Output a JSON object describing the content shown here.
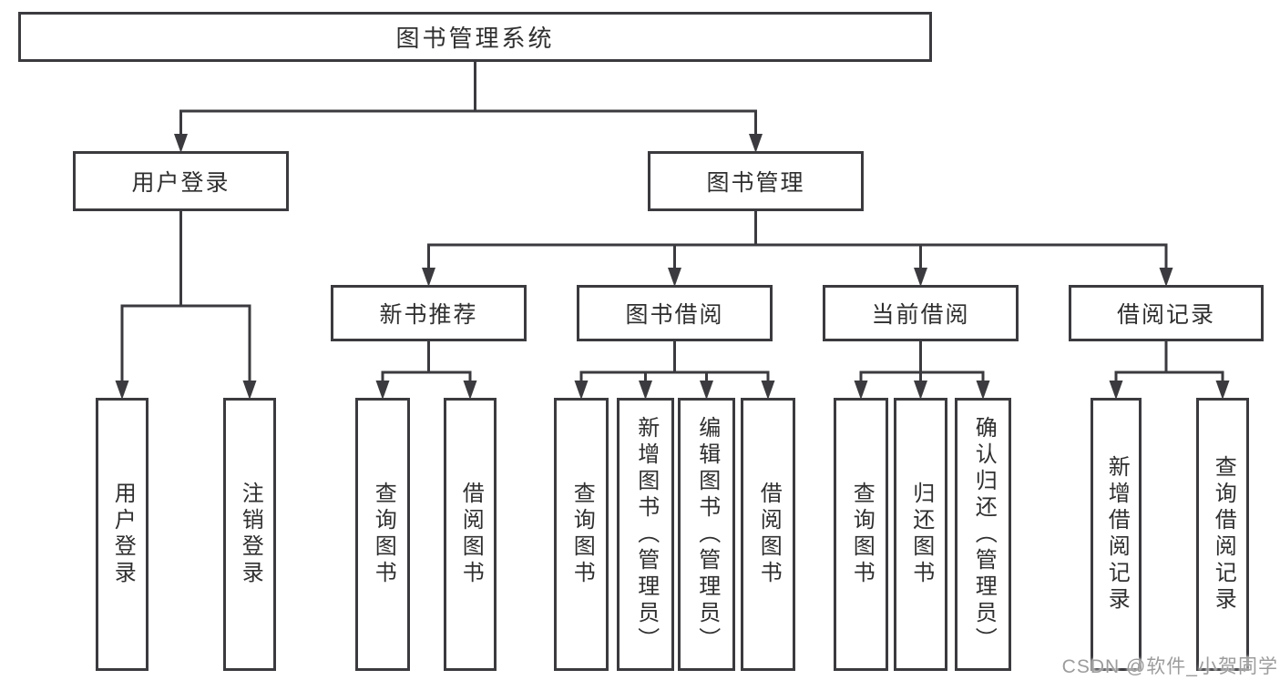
{
  "diagram": {
    "title": "图书管理系统",
    "nodes": [
      {
        "id": "root",
        "label": "图书管理系统",
        "level": 1,
        "vertical": false,
        "parent": null
      },
      {
        "id": "user-login",
        "label": "用户登录",
        "level": 2,
        "vertical": false,
        "parent": "root"
      },
      {
        "id": "book-mgmt",
        "label": "图书管理",
        "level": 2,
        "vertical": false,
        "parent": "root"
      },
      {
        "id": "new-books",
        "label": "新书推荐",
        "level": 3,
        "vertical": false,
        "parent": "book-mgmt"
      },
      {
        "id": "book-borrow",
        "label": "图书借阅",
        "level": 3,
        "vertical": false,
        "parent": "book-mgmt"
      },
      {
        "id": "current-borrow",
        "label": "当前借阅",
        "level": 3,
        "vertical": false,
        "parent": "book-mgmt"
      },
      {
        "id": "borrow-records",
        "label": "借阅记录",
        "level": 3,
        "vertical": false,
        "parent": "book-mgmt"
      },
      {
        "id": "login",
        "label": "用户登录",
        "level": 4,
        "vertical": true,
        "parent": "user-login"
      },
      {
        "id": "logout",
        "label": "注销登录",
        "level": 4,
        "vertical": true,
        "parent": "user-login"
      },
      {
        "id": "nb-query",
        "label": "查询图书",
        "level": 4,
        "vertical": true,
        "parent": "new-books"
      },
      {
        "id": "nb-borrow",
        "label": "借阅图书",
        "level": 4,
        "vertical": true,
        "parent": "new-books"
      },
      {
        "id": "bb-query",
        "label": "查询图书",
        "level": 4,
        "vertical": true,
        "parent": "book-borrow"
      },
      {
        "id": "bb-add",
        "label": "新增图书（管理员）",
        "level": 4,
        "vertical": true,
        "parent": "book-borrow"
      },
      {
        "id": "bb-edit",
        "label": "编辑图书（管理员）",
        "level": 4,
        "vertical": true,
        "parent": "book-borrow"
      },
      {
        "id": "bb-borrow",
        "label": "借阅图书",
        "level": 4,
        "vertical": true,
        "parent": "book-borrow"
      },
      {
        "id": "cb-query",
        "label": "查询图书",
        "level": 4,
        "vertical": true,
        "parent": "current-borrow"
      },
      {
        "id": "cb-return",
        "label": "归还图书",
        "level": 4,
        "vertical": true,
        "parent": "current-borrow"
      },
      {
        "id": "cb-confirm",
        "label": "确认归还（管理员）",
        "level": 4,
        "vertical": true,
        "parent": "current-borrow"
      },
      {
        "id": "br-add",
        "label": "新增借阅记录",
        "level": 4,
        "vertical": true,
        "parent": "borrow-records"
      },
      {
        "id": "br-query",
        "label": "查询借阅记录",
        "level": 4,
        "vertical": true,
        "parent": "borrow-records"
      }
    ]
  },
  "watermark": {
    "text": "CSDN @软件_小贺同学"
  },
  "colors": {
    "line": "#3b3b3f",
    "text": "#2f2f2f",
    "box_bg": "#ffffff",
    "watermark": "#9c9c9c"
  }
}
